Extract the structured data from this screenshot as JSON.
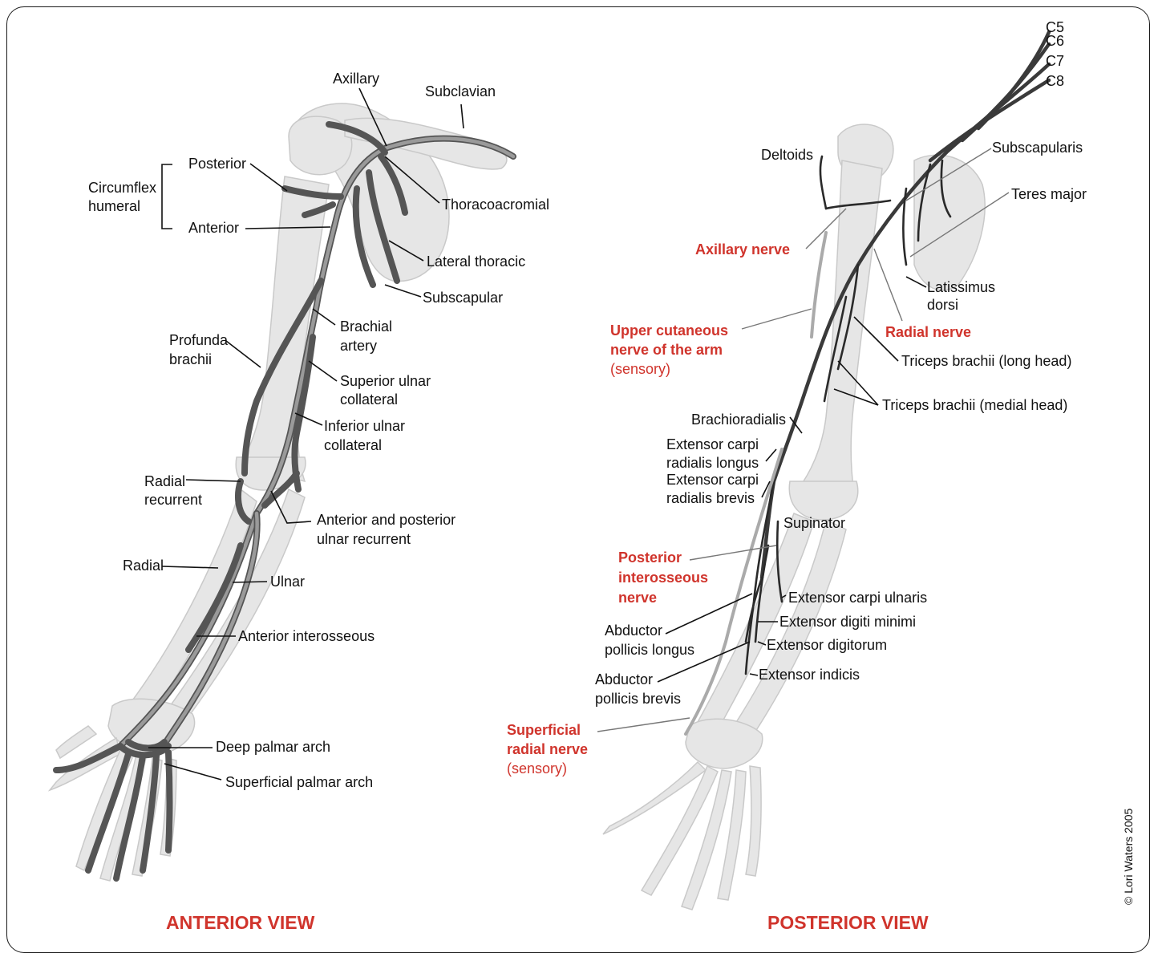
{
  "anterior": {
    "title": "ANTERIOR VIEW",
    "labels": {
      "axillary": "Axillary",
      "subclavian": "Subclavian",
      "posterior": "Posterior",
      "circumflex_1": "Circumflex",
      "circumflex_2": "humeral",
      "anterior": "Anterior",
      "thoracoacromial": "Thoracoacromial",
      "lateral_thoracic": "Lateral thoracic",
      "subscapular": "Subscapular",
      "brachial_1": "Brachial",
      "brachial_2": "artery",
      "profunda_1": "Profunda",
      "profunda_2": "brachii",
      "sup_ulnar_1": "Superior ulnar",
      "sup_ulnar_2": "collateral",
      "inf_ulnar_1": "Inferior ulnar",
      "inf_ulnar_2": "collateral",
      "radial_rec_1": "Radial",
      "radial_rec_2": "recurrent",
      "ant_post_1": "Anterior and posterior",
      "ant_post_2": "ulnar recurrent",
      "radial": "Radial",
      "ulnar": "Ulnar",
      "ant_interosseous": "Anterior interosseous",
      "deep_palmar": "Deep palmar arch",
      "superficial_palmar": "Superficial palmar arch"
    }
  },
  "posterior": {
    "title": "POSTERIOR VIEW",
    "labels": {
      "c5": "C5",
      "c6": "C6",
      "c7": "C7",
      "c8": "C8",
      "deltoids": "Deltoids",
      "subscapularis": "Subscapularis",
      "teres_major": "Teres major",
      "axillary_nerve": "Axillary nerve",
      "latissimus_1": "Latissimus",
      "latissimus_2": "dorsi",
      "upper_cut_1": "Upper cutaneous",
      "upper_cut_2": "nerve of the arm",
      "upper_cut_3": "(sensory)",
      "radial_nerve": "Radial nerve",
      "triceps_long": "Triceps brachii (long head)",
      "triceps_medial": "Triceps brachii (medial head)",
      "brachioradialis": "Brachioradialis",
      "ecrl_1": "Extensor carpi",
      "ecrl_2": "radialis longus",
      "ecrb_1": "Extensor carpi",
      "ecrb_2": "radialis brevis",
      "supinator": "Supinator",
      "pin_1": "Posterior",
      "pin_2": "interosseous",
      "pin_3": "nerve",
      "ecu": "Extensor carpi ulnaris",
      "edm": "Extensor digiti minimi",
      "apl_1": "Abductor",
      "apl_2": "pollicis longus",
      "ed": "Extensor digitorum",
      "apb_1": "Abductor",
      "apb_2": "pollicis brevis",
      "ei": "Extensor indicis",
      "srn_1": "Superficial",
      "srn_2": "radial nerve",
      "srn_3": "(sensory)"
    }
  },
  "credit": "© Lori Waters 2005",
  "colors": {
    "accent": "#d0342c",
    "bone": "#e6e6e6",
    "vessel": "#555555"
  }
}
